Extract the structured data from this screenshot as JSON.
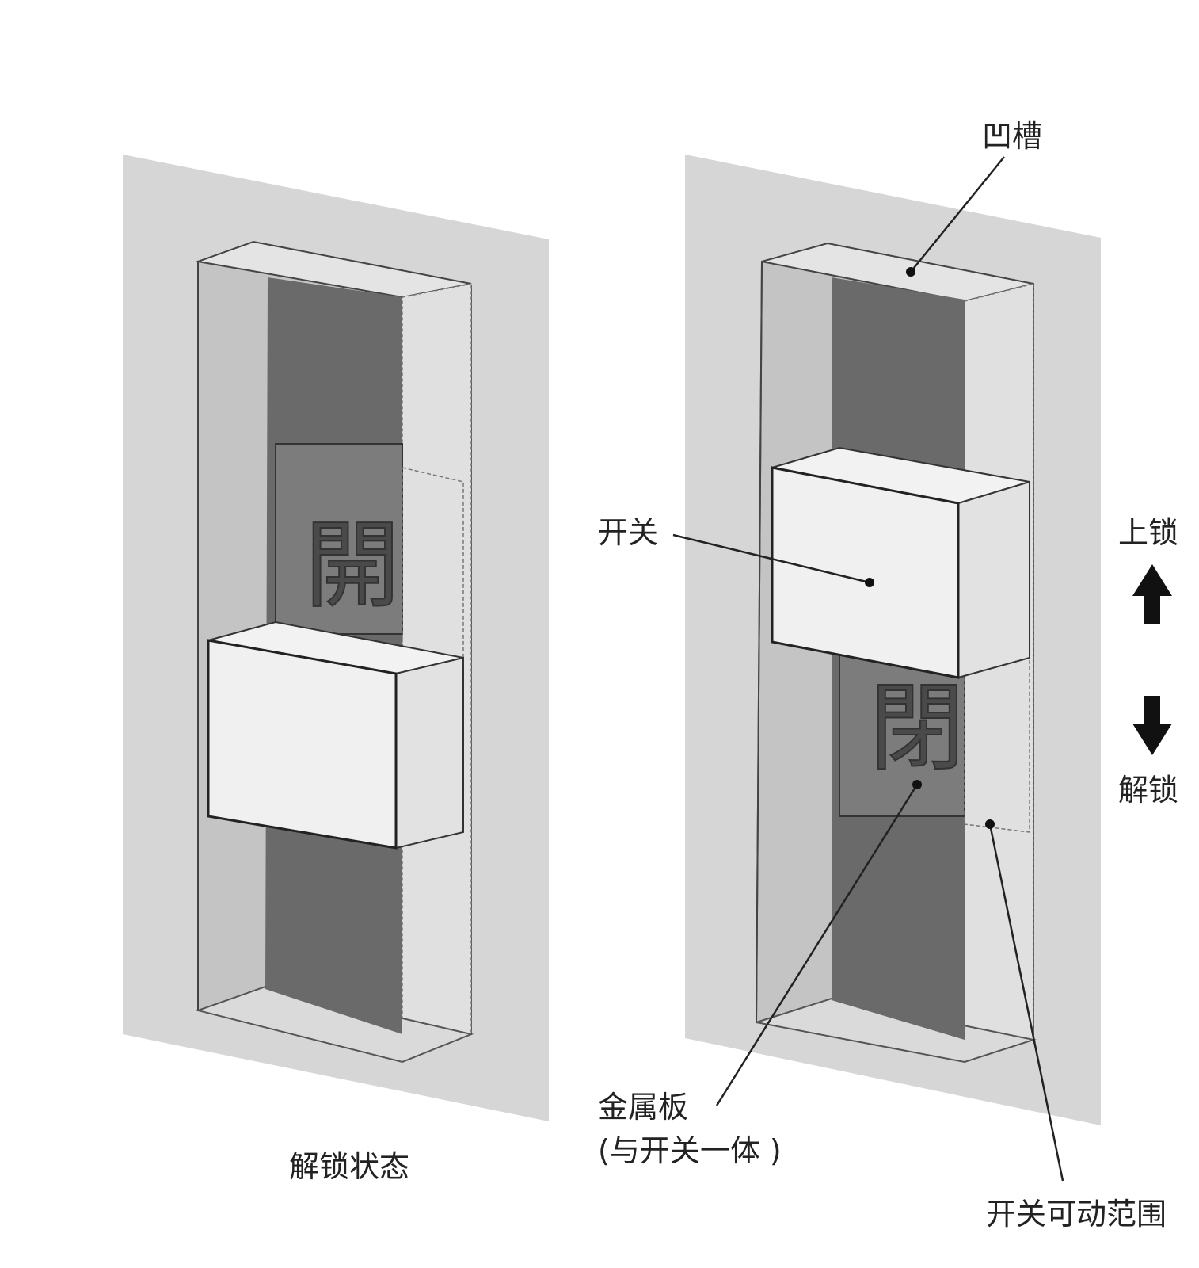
{
  "left_panel": {
    "plate_glyph": "開",
    "caption": "解锁状态"
  },
  "right_panel": {
    "plate_glyph": "閉",
    "labels": {
      "groove": "凹槽",
      "switch": "开关",
      "metal_plate_line1": "金属板",
      "metal_plate_line2": "(与开关一体 )",
      "switch_range": "开关可动范围",
      "lock": "上锁",
      "unlock": "解锁"
    },
    "arrow_up_icon": "arrow-up-icon",
    "arrow_down_icon": "arrow-down-icon"
  }
}
